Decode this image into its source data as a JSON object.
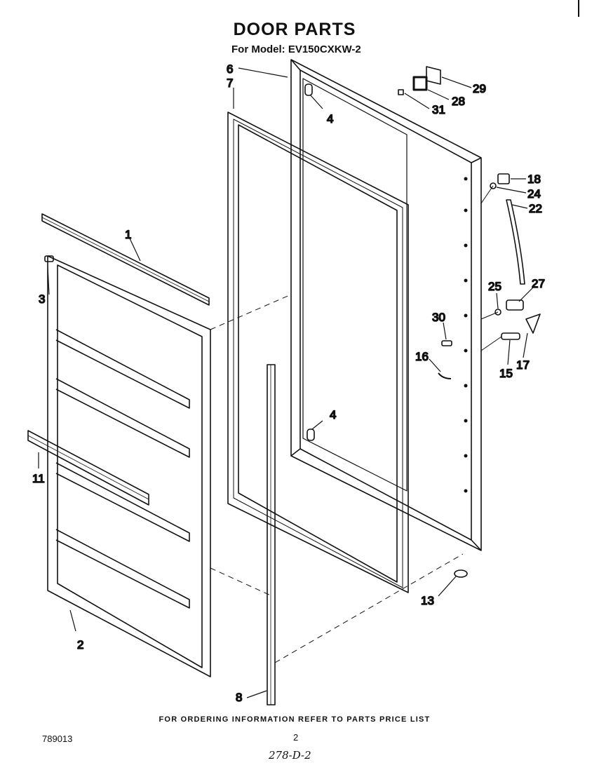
{
  "header": {
    "title": "DOOR PARTS",
    "model": "For Model: EV150CXKW-2"
  },
  "footer": {
    "ordering_note": "FOR ORDERING INFORMATION REFER TO PARTS PRICE LIST",
    "document_number": "789013",
    "page_number": "2",
    "handwritten_code": "278-D-2"
  },
  "callouts": {
    "c1": "1",
    "c2": "2",
    "c3": "3",
    "c4a": "4",
    "c4b": "4",
    "c6": "6",
    "c7": "7",
    "c8": "8",
    "c11": "11",
    "c13": "13",
    "c15": "15",
    "c16": "16",
    "c17": "17",
    "c18": "18",
    "c22": "22",
    "c24": "24",
    "c25": "25",
    "c27": "27",
    "c28": "28",
    "c29": "29",
    "c30": "30",
    "c31": "31"
  }
}
